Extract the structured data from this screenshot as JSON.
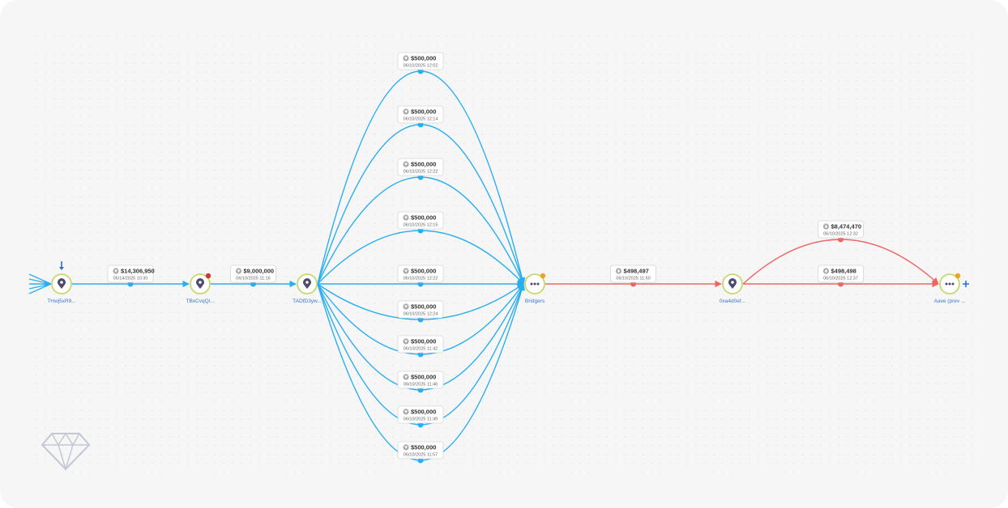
{
  "colors": {
    "trace_blue": "#29aef0",
    "trace_red": "#f06466",
    "node_ring": "#c6d86f",
    "node_icon": "#4c4a6e",
    "label_blue": "#3a78c9",
    "badge_red": "#d0343c",
    "badge_orange": "#f0a12a",
    "arrow_dark_blue": "#2a6fd6",
    "plus_blue": "#2a6fd6"
  },
  "nodes": [
    {
      "id": "n1",
      "label": "THwj5xR9...",
      "type": "address",
      "icon": "map-pin-icon",
      "badge": null,
      "marker": "down-arrow-icon",
      "incoming_stub": true
    },
    {
      "id": "n2",
      "label": "TBxCvqQi...",
      "type": "address",
      "icon": "map-pin-icon",
      "badge": "red",
      "marker": null
    },
    {
      "id": "n3",
      "label": "TADfD3yw...",
      "type": "address",
      "icon": "map-pin-icon",
      "badge": null,
      "marker": null
    },
    {
      "id": "n4",
      "label": "Bridgers",
      "type": "entity",
      "icon": "more-dots-icon",
      "badge": "orange",
      "marker": null
    },
    {
      "id": "n5",
      "label": "0xa4d0ef...",
      "type": "address",
      "icon": "map-pin-icon",
      "badge": null,
      "marker": null
    },
    {
      "id": "n6",
      "label": "Aave (prev ...",
      "type": "entity",
      "icon": "more-dots-icon",
      "badge": "orange",
      "marker": "plus-icon"
    }
  ],
  "edges": [
    {
      "from": "n1",
      "to": "n2",
      "asset": "tron-icon",
      "amount": "$14,306,950",
      "date": "05/14/2025 10:30",
      "color": "blue"
    },
    {
      "from": "n2",
      "to": "n3",
      "asset": "tron-icon",
      "amount": "$9,000,000",
      "date": "06/10/2025 11:16",
      "color": "blue"
    },
    {
      "from": "n3",
      "to": "n4",
      "asset": "tron-icon",
      "amount": "$500,000",
      "date": "06/10/2025 12:02",
      "color": "blue"
    },
    {
      "from": "n3",
      "to": "n4",
      "asset": "tron-icon",
      "amount": "$500,000",
      "date": "06/10/2025 12:14",
      "color": "blue"
    },
    {
      "from": "n3",
      "to": "n4",
      "asset": "tron-icon",
      "amount": "$500,000",
      "date": "06/10/2025 12:22",
      "color": "blue"
    },
    {
      "from": "n3",
      "to": "n4",
      "asset": "tron-icon",
      "amount": "$500,000",
      "date": "06/10/2025 12:15",
      "color": "blue"
    },
    {
      "from": "n3",
      "to": "n4",
      "asset": "tron-icon",
      "amount": "$500,000",
      "date": "06/10/2025 12:22",
      "color": "blue"
    },
    {
      "from": "n3",
      "to": "n4",
      "asset": "tron-icon",
      "amount": "$500,000",
      "date": "06/10/2025 12:24",
      "color": "blue"
    },
    {
      "from": "n3",
      "to": "n4",
      "asset": "tron-icon",
      "amount": "$500,000",
      "date": "06/10/2025 11:42",
      "color": "blue"
    },
    {
      "from": "n3",
      "to": "n4",
      "asset": "tron-icon",
      "amount": "$500,000",
      "date": "06/10/2025 11:46",
      "color": "blue"
    },
    {
      "from": "n3",
      "to": "n4",
      "asset": "tron-icon",
      "amount": "$500,000",
      "date": "06/10/2025 11:49",
      "color": "blue"
    },
    {
      "from": "n3",
      "to": "n4",
      "asset": "tron-icon",
      "amount": "$500,000",
      "date": "06/10/2025 11:57",
      "color": "blue"
    },
    {
      "from": "n4",
      "to": "n5",
      "asset": "ethereum-icon",
      "amount": "$498,497",
      "date": "06/10/2025 11:50",
      "color": "red"
    },
    {
      "from": "n5",
      "to": "n6",
      "asset": "ethereum-icon",
      "amount": "$8,474,470",
      "date": "06/10/2025 12:32",
      "color": "red"
    },
    {
      "from": "n5",
      "to": "n6",
      "asset": "ethereum-icon",
      "amount": "$498,498",
      "date": "06/10/2025 12:37",
      "color": "red"
    }
  ],
  "watermark": {
    "icon": "diamond-logo-icon"
  }
}
